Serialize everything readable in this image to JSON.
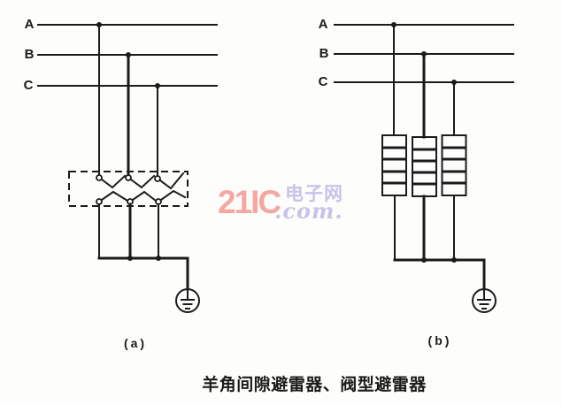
{
  "colors": {
    "paper": "#fdfdfc",
    "ink": "#1b1b1b",
    "wm_pink": "#f4a8a1",
    "wm_lavender": "#c8c3e8"
  },
  "diagram_a": {
    "phases": [
      "A",
      "B",
      "C"
    ],
    "label": "(a)"
  },
  "diagram_b": {
    "phases": [
      "A",
      "B",
      "C"
    ],
    "label": "(b)"
  },
  "watermark": {
    "brand": "21IC",
    "site": "电子网",
    "domain": ".com."
  },
  "caption": "羊角间隙避雷器、阀型避雷器"
}
